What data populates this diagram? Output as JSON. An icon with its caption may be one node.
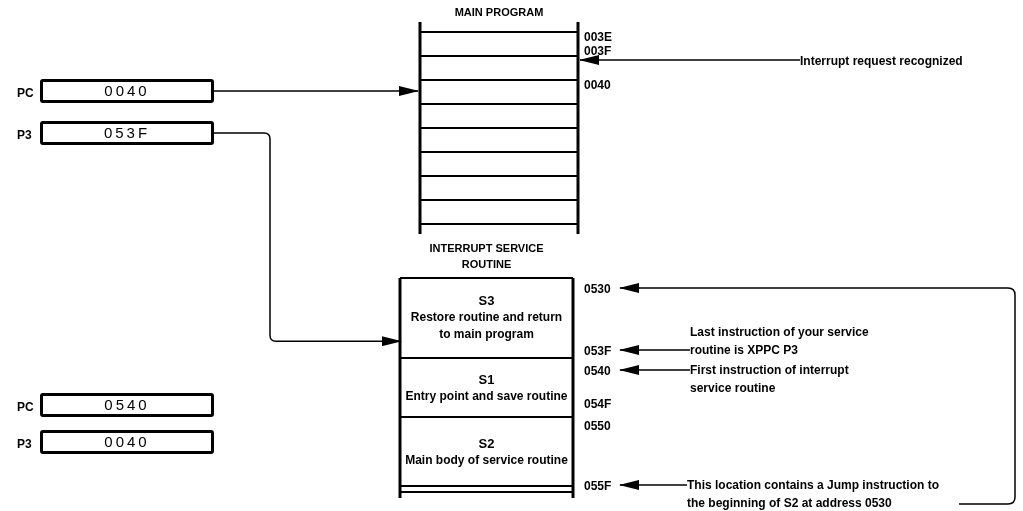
{
  "diagram": {
    "nodes": [
      {
        "text": [
          "0040"
        ],
        "beside": [
          "PC"
        ]
      },
      {
        "text": [
          "053F"
        ],
        "beside": [
          "P3"
        ]
      },
      {
        "text": [
          "MAIN PROGRAM"
        ]
      },
      {
        "text": [
          "INTERRUPT SERVICE ROUTINE"
        ]
      },
      {
        "text": [
          "S3",
          "Restore routine and return to main program"
        ],
        "in": 3
      },
      {
        "text": [
          "S1",
          "Entry point and save routine"
        ],
        "in": 3
      },
      {
        "text": [
          "S2",
          "Main body of service routine"
        ],
        "in": 3
      },
      {
        "text": [
          "0530"
        ]
      },
      {
        "text": [
          "053F"
        ]
      },
      {
        "text": [
          "0540"
        ]
      },
      {
        "text": [
          "055F"
        ]
      },
      {
        "text": [
          "Last instruction of your service routine is XPPC P3"
        ]
      },
      {
        "text": [
          "First instruction of interrupt service routine"
        ]
      },
      {
        "text": [
          "This location contains a Jump instruction to the beginning of S2 at address 0530"
        ]
      },
      {
        "text": [
          "Interrupt request recognized"
        ]
      },
      {
        "text": [
          "0540"
        ],
        "beside": [
          "PC"
        ]
      },
      {
        "text": [
          "0040"
        ],
        "beside": [
          "P3"
        ]
      }
    ],
    "edges": [
      {
        "from": 0,
        "to": 2,
        "arrow": "to"
      },
      {
        "from": 1,
        "to": 4,
        "arrow": "to"
      },
      {
        "from": 14,
        "to": 2,
        "arrow": "to"
      },
      {
        "from": 11,
        "to": 8,
        "arrow": "to"
      },
      {
        "from": 12,
        "to": 9,
        "arrow": "to"
      },
      {
        "from": 13,
        "to": 10,
        "arrow": "to"
      },
      {
        "from": 13,
        "to": 7,
        "arrow": "to"
      }
    ],
    "labels": [
      "003E",
      "003F",
      "0040",
      "054F",
      "0550"
    ]
  }
}
